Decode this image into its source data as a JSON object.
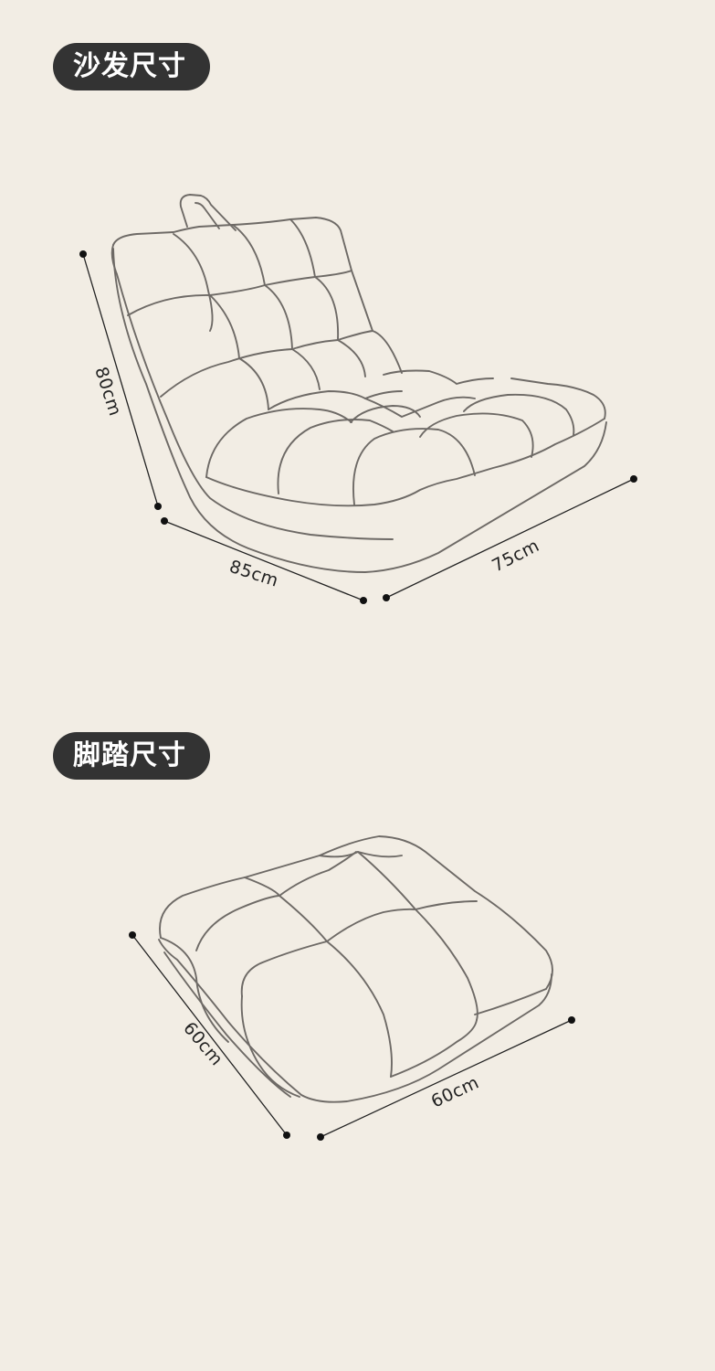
{
  "sofa": {
    "title": "沙发尺寸",
    "height_label": "80cm",
    "width_label": "85cm",
    "depth_label": "75cm"
  },
  "footrest": {
    "title": "脚踏尺寸",
    "side_label": "60cm",
    "length_label": "60cm"
  },
  "colors": {
    "background": "#f2ede4",
    "label_background": "#333333",
    "label_text": "#ffffff",
    "outline": "#6e6a66",
    "dimension": "#222222"
  }
}
